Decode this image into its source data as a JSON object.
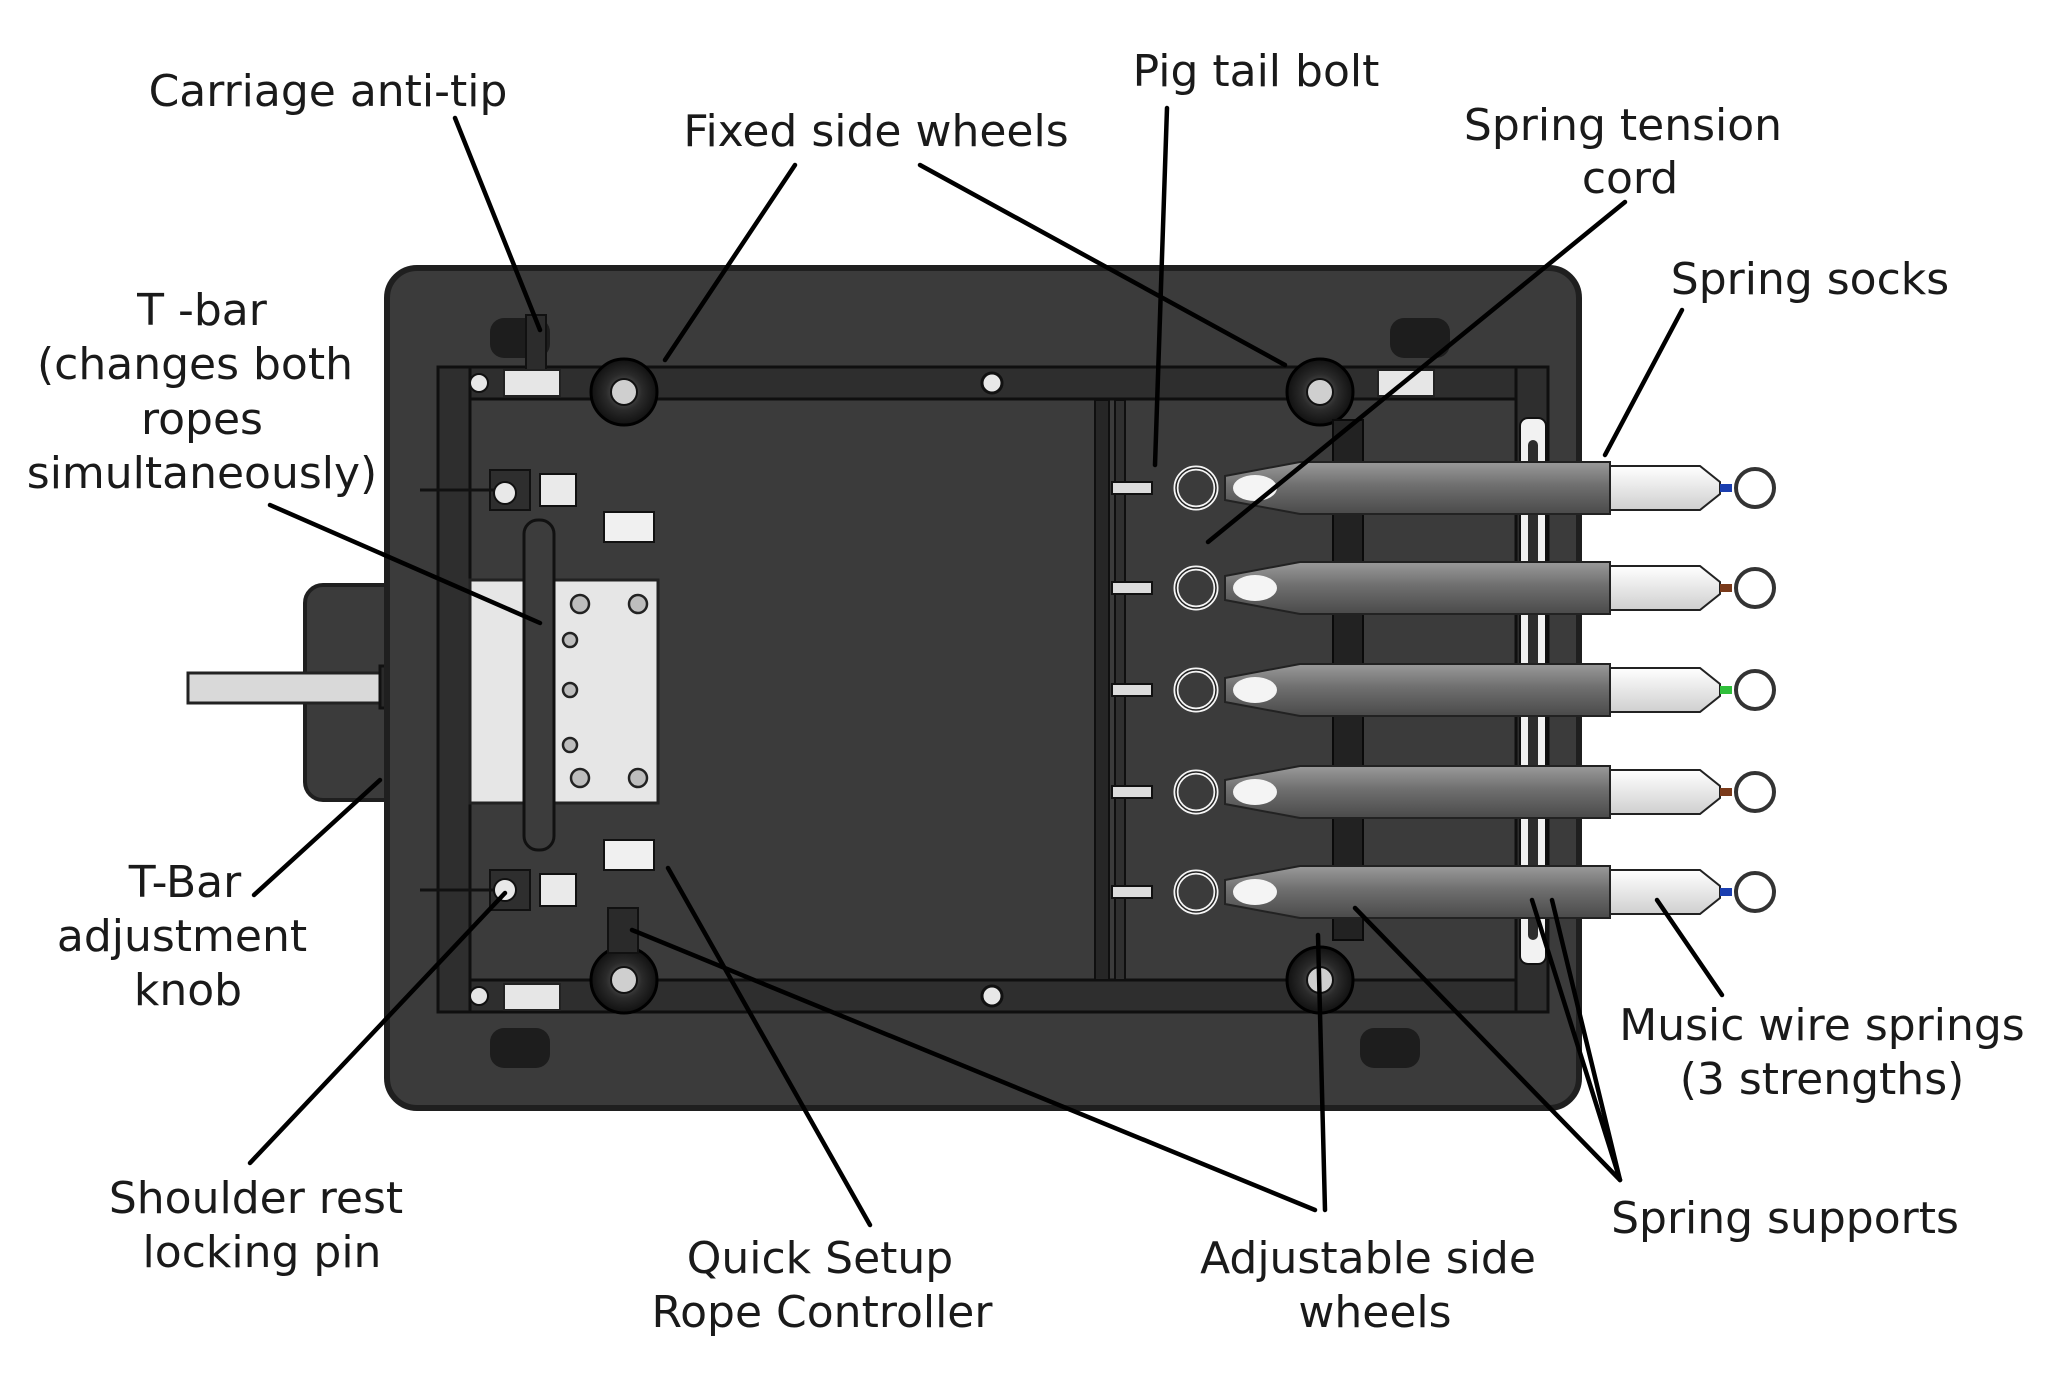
{
  "colors": {
    "background": "#ffffff",
    "carriage": "#3b3b3b",
    "carriage_edge": "#1f1f1f",
    "rail": "#2d2d2d",
    "spring_sock": "#7a7a7a",
    "spring_tip": "#f2f2f2",
    "plate": "#e6e6e6",
    "wire_blue": "#1b3fb0",
    "wire_brown": "#7a3a1a",
    "wire_green": "#2fbf3a"
  },
  "labels": {
    "carriage_anti_tip": "Carriage anti-tip",
    "fixed_side_wheels": "Fixed side wheels",
    "pig_tail_bolt": "Pig tail bolt",
    "spring_tension_cord": [
      "Spring tension",
      "cord"
    ],
    "spring_socks": "Spring socks",
    "t_bar": [
      "T -bar",
      "(changes both",
      "ropes",
      "simultaneously)"
    ],
    "t_bar_adjustment_knob": [
      "T-Bar",
      "adjustment",
      "knob"
    ],
    "shoulder_rest_locking_pin": [
      "Shoulder rest",
      "locking pin"
    ],
    "quick_setup_rope_controller": [
      "Quick Setup",
      "Rope Controller"
    ],
    "adjustable_side_wheels": [
      "Adjustable side",
      "wheels"
    ],
    "spring_supports": "Spring supports",
    "music_wire_springs": [
      "Music wire springs",
      "(3 strengths)"
    ]
  },
  "springs": [
    {
      "wire": "blue"
    },
    {
      "wire": "brown"
    },
    {
      "wire": "green"
    },
    {
      "wire": "brown"
    },
    {
      "wire": "blue"
    }
  ]
}
